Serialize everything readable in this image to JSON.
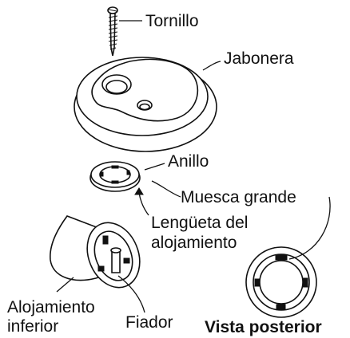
{
  "labels": {
    "tornillo": "Tornillo",
    "jabonera": "Jabonera",
    "anillo": "Anillo",
    "muesca_grande": "Muesca grande",
    "lengueta_line1": "Lengüeta del",
    "lengueta_line2": "alojamiento",
    "alojamiento_line1": "Alojamiento",
    "alojamiento_line2": "inferior",
    "fiador": "Fiador",
    "vista_posterior": "Vista posterior"
  }
}
